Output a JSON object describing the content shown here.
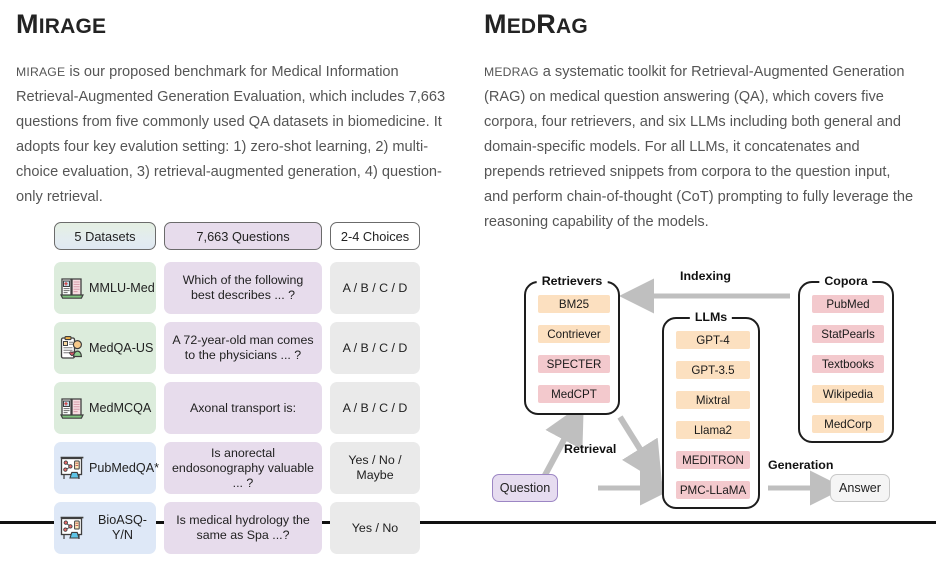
{
  "left": {
    "title_small_caps": "M",
    "title_rest": "IRAGE",
    "title_full": "MIRAGE",
    "paragraph_lead": "MIRAGE",
    "paragraph": " is our proposed benchmark for Medical Information Retrieval-Augmented Generation Evaluation, which includes 7,663 questions from five commonly used QA datasets in biomedicine. It adopts four key evalution setting: 1) zero-shot learning, 2) multi-choice evaluation, 3) retrieval-augmented generation, 4) question-only retrieval.",
    "table": {
      "headers": {
        "datasets": "5 Datasets",
        "questions": "7,663 Questions",
        "choices": "2-4 Choices"
      },
      "rows": [
        {
          "icon": "medical-book-icon",
          "dataset": "MMLU-Med",
          "question": "Which of the following best describes ... ?",
          "choices": "A / B / C / D",
          "tone": "green"
        },
        {
          "icon": "clipboard-patient-icon",
          "dataset": "MedQA-US",
          "question": "A 72-year-old man comes to the physicians ... ?",
          "choices": "A / B / C / D",
          "tone": "green"
        },
        {
          "icon": "medical-book-icon",
          "dataset": "MedMCQA",
          "question": "Axonal transport is:",
          "choices": "A / B / C / D",
          "tone": "green"
        },
        {
          "icon": "research-poster-icon",
          "dataset": "PubMedQA*",
          "question": "Is anorectal endosonography valuable ... ?",
          "choices": "Yes / No / Maybe",
          "tone": "blue"
        },
        {
          "icon": "research-poster-icon",
          "dataset": "BioASQ-Y/N",
          "question": "Is medical hydrology the same as Spa ...?",
          "choices": "Yes / No",
          "tone": "blue"
        }
      ]
    }
  },
  "right": {
    "title_full": "MEDRAG",
    "paragraph_lead": "MEDRAG",
    "paragraph": " a systematic toolkit for Retrieval-Augmented Generation (RAG) on medical question answering (QA), which covers five corpora, four retrievers, and six LLMs including both general and domain-specific models. For all LLMs, it concatenates and prepends retrieved snippets from corpora to the question input, and perform chain-of-thought (CoT) prompting to fully leverage the reasoning capability of the models.",
    "diagram": {
      "groups": [
        {
          "name": "retrievers",
          "title": "Retrievers",
          "items": [
            {
              "label": "BM25",
              "color": "orange"
            },
            {
              "label": "Contriever",
              "color": "orange"
            },
            {
              "label": "SPECTER",
              "color": "pink"
            },
            {
              "label": "MedCPT",
              "color": "pink"
            }
          ]
        },
        {
          "name": "llms",
          "title": "LLMs",
          "items": [
            {
              "label": "GPT-4",
              "color": "orange"
            },
            {
              "label": "GPT-3.5",
              "color": "orange"
            },
            {
              "label": "Mixtral",
              "color": "orange"
            },
            {
              "label": "Llama2",
              "color": "orange"
            },
            {
              "label": "MEDITRON",
              "color": "pink"
            },
            {
              "label": "PMC-LLaMA",
              "color": "pink"
            }
          ]
        },
        {
          "name": "corpora",
          "title": "Copora",
          "items": [
            {
              "label": "PubMed",
              "color": "pink"
            },
            {
              "label": "StatPearls",
              "color": "pink"
            },
            {
              "label": "Textbooks",
              "color": "pink"
            },
            {
              "label": "Wikipedia",
              "color": "orange"
            },
            {
              "label": "MedCorp",
              "color": "orange"
            }
          ]
        }
      ],
      "flow_labels": {
        "indexing": "Indexing",
        "retrieval": "Retrieval",
        "generation": "Generation"
      },
      "terminals": {
        "question": "Question",
        "answer": "Answer"
      }
    }
  },
  "colors": {
    "chip_orange": "#fce0c0",
    "chip_pink": "#f3c9cd",
    "cell_green": "#dcecdc",
    "cell_blue": "#dee8f7",
    "cell_purple": "#e7dcec",
    "cell_grey": "#eaeaea",
    "question_box": "#e6dcf0",
    "arrow_grey": "#bfbfbf",
    "outline": "#1d1d1d"
  }
}
